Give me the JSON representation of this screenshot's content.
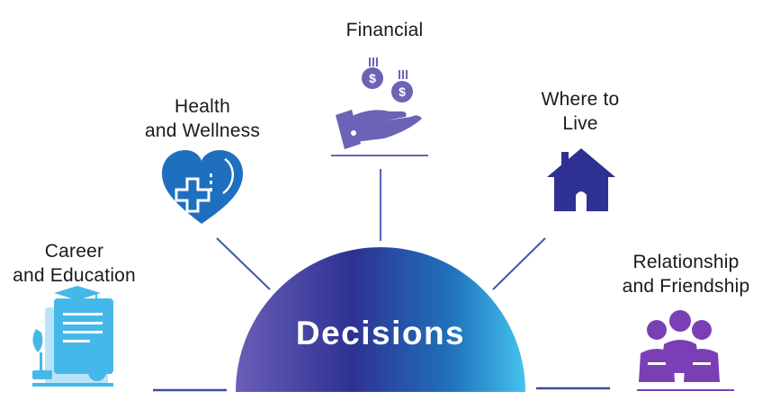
{
  "center": {
    "title": "Decisions"
  },
  "categories": {
    "financial": {
      "lines": [
        "Financial"
      ],
      "icon": "hand-with-money-icon",
      "color": "#6b63b5"
    },
    "health": {
      "lines": [
        "Health",
        "and Wellness"
      ],
      "icon": "heart-with-plus-icon",
      "color": "#1f6fbf"
    },
    "where_to_live": {
      "lines": [
        "Where to",
        "Live"
      ],
      "icon": "house-icon",
      "color": "#2e3192"
    },
    "career": {
      "lines": [
        "Career",
        "and Education"
      ],
      "icon": "diploma-certificate-icon",
      "color": "#45b8ea"
    },
    "relationship": {
      "lines": [
        "Relationship",
        "and Friendship"
      ],
      "icon": "group-of-people-icon",
      "color": "#7b3fb5"
    }
  }
}
